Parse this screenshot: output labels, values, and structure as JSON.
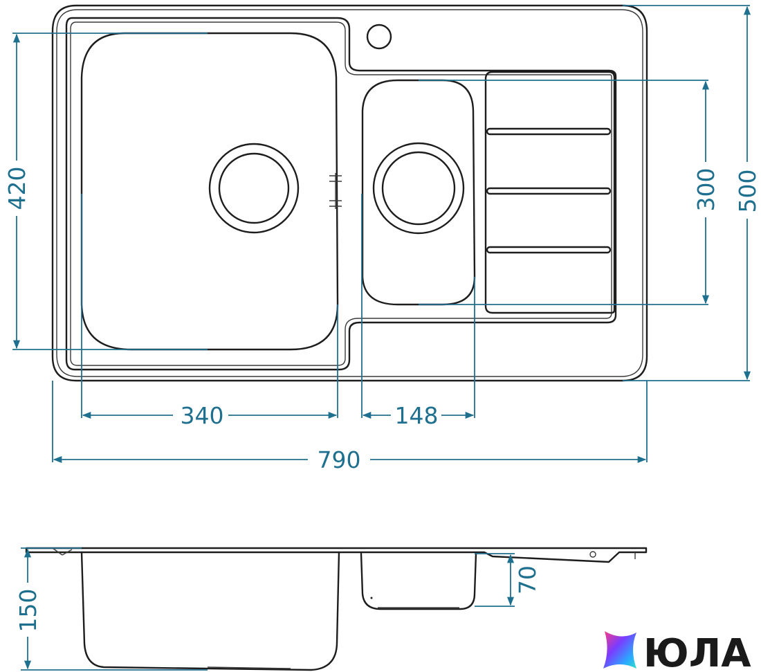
{
  "dimensions": {
    "width_total": "790",
    "main_bowl_width": "340",
    "small_bowl_width": "148",
    "main_bowl_height": "420",
    "small_bowl_height": "300",
    "height_total": "500",
    "depth_main": "150",
    "depth_small": "70"
  },
  "brand": {
    "name": "ЮЛА"
  },
  "colors": {
    "dimension_line": "#1f6f8f",
    "outline": "#1d1d1d",
    "logo_gradient": [
      "#ff3b7f",
      "#7a3cff",
      "#2aa8ff",
      "#33e0c8"
    ]
  }
}
